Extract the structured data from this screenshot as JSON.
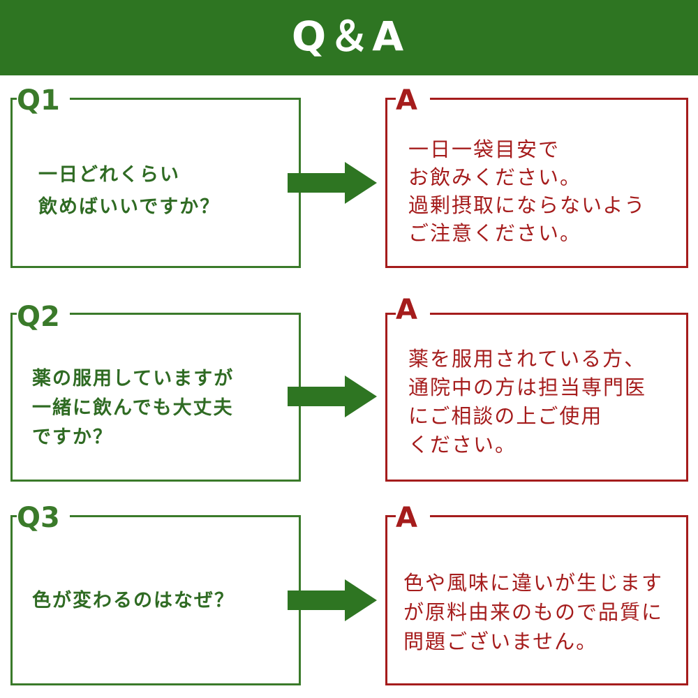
{
  "header": {
    "title": "Q＆A"
  },
  "qa": [
    {
      "q_label": "Q1",
      "a_label": "A",
      "question_lines": [
        "一日どれくらい",
        "飲めばいいですか？"
      ],
      "answer_lines": [
        "一日一袋目安で",
        "お飲みください。",
        "過剰摂取にならないよう",
        "ご注意ください。"
      ]
    },
    {
      "q_label": "Q2",
      "a_label": "A",
      "question_lines": [
        "薬の服用していますが",
        "一緒に飲んでも大丈夫",
        "ですか？"
      ],
      "answer_lines": [
        "薬を服用されている方、",
        "通院中の方は担当専門医",
        "にご相談の上ご使用",
        "ください。"
      ]
    },
    {
      "q_label": "Q3",
      "a_label": "A",
      "question_lines": [
        "色が変わるのはなぜ？"
      ],
      "answer_lines": [
        "色や風味に違いが生じます",
        "が原料由来のもので品質に",
        "問題ございません。"
      ]
    }
  ],
  "colors": {
    "header_bg": "#2e7522",
    "question_green": "#3a7a2a",
    "answer_red": "#a51c1c"
  },
  "icons": {
    "arrow": "right-arrow-icon"
  }
}
